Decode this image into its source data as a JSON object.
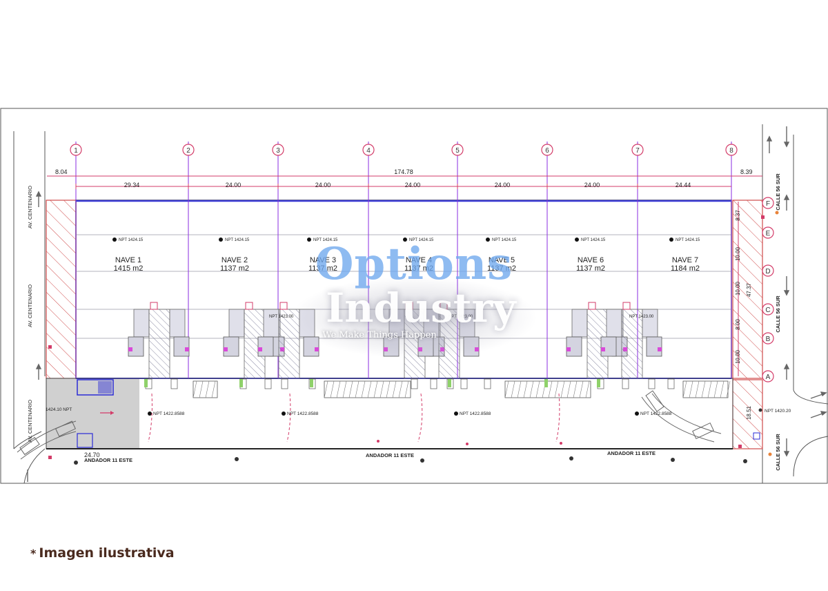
{
  "caption": {
    "star": "*",
    "text": "Imagen ilustrativa"
  },
  "watermark": {
    "line1": "Options",
    "line2": "Industry",
    "line3": "We Make Things Happen"
  },
  "grid": {
    "columns": [
      "1",
      "2",
      "3",
      "4",
      "5",
      "6",
      "7",
      "8"
    ],
    "rows": [
      "F",
      "E",
      "D",
      "C",
      "B",
      "A"
    ]
  },
  "dimensions": {
    "top": [
      "8.04",
      "174.78",
      "8.39"
    ],
    "bays": [
      "29.34",
      "24.00",
      "24.00",
      "24.00",
      "24.00",
      "24.00",
      "24.44"
    ],
    "side": [
      "8.37",
      "10.00",
      "10.00",
      "8.00",
      "10.00",
      "47.37",
      "18.51"
    ],
    "bottom_left": "24.70"
  },
  "naves": [
    {
      "name": "NAVE 1",
      "area": "1415 m2",
      "npt": "NPT  1424.15"
    },
    {
      "name": "NAVE 2",
      "area": "1137 m2",
      "npt": "NPT  1424.15"
    },
    {
      "name": "NAVE 3",
      "area": "1137 m2",
      "npt": "NPT  1424.15"
    },
    {
      "name": "NAVE 4",
      "area": "1137 m2",
      "npt": "NPT  1424.15"
    },
    {
      "name": "NAVE 5",
      "area": "1137 m2",
      "npt": "NPT  1424.15"
    },
    {
      "name": "NAVE 6",
      "area": "1137 m2",
      "npt": "NPT  1424.15"
    },
    {
      "name": "NAVE 7",
      "area": "1184 m2",
      "npt": "NPT  1424.15"
    }
  ],
  "yard_npt": [
    "NPT  1422.8588",
    "NPT  1422.8588",
    "NPT  1422.8588",
    "NPT  1422.8588"
  ],
  "office_npt": [
    "NPT 1423.00",
    "NPT 1423.00",
    "NPT 1423.00"
  ],
  "streets": {
    "left": [
      "AV. CENTENARIO",
      "AV. CENTENARIO",
      "AV. CENTENARIO"
    ],
    "right": [
      "CALLE 56 SUR",
      "CALLE 56 SUR",
      "CALLE 56 SUR"
    ],
    "bottom": [
      "ANDADOR 11 ESTE",
      "ANDADOR 11 ESTE",
      "ANDADOR 11 ESTE"
    ]
  },
  "corner_npt": {
    "left": "1424.10  NPT",
    "right": "NPT  1420.20"
  },
  "colors": {
    "frame": "#555555",
    "column": "#8a2be2",
    "pink": "#d33b68",
    "hatch": "#cf4a4a",
    "blue_line": "#3a3ad6"
  }
}
